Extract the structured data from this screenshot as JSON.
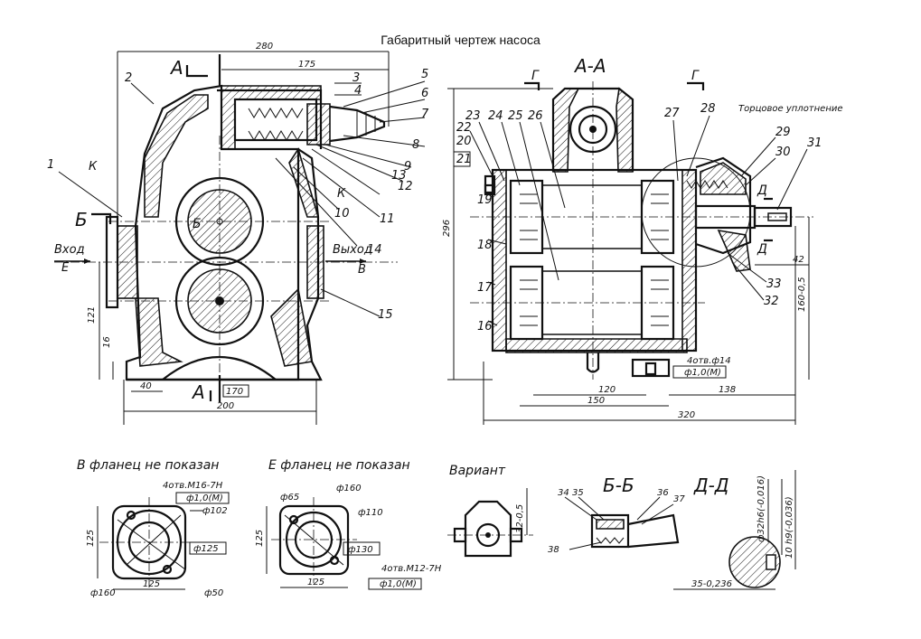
{
  "title": "Габаритный чертеж насоса",
  "dimensions": {
    "d280": "280",
    "d175": "175",
    "d200": "200",
    "d170": "170",
    "d40": "40",
    "d121": "121",
    "d16": "16",
    "d296": "296",
    "d120": "120",
    "d150": "150",
    "d138": "138",
    "d320": "320",
    "d42": "42",
    "d160_05": "160-0,5",
    "holes_14": "4отв.ф14",
    "tol_10": "ф1,0(M)",
    "b_holes": "4отв.M16-7H",
    "b_tol": "ф1,0(M)",
    "b_d102": "ф102",
    "b_125v": "125",
    "b_d125": "ф125",
    "b_125h": "125",
    "b_d160": "ф160",
    "b_d50": "ф50",
    "e_d65": "ф65",
    "e_d160": "ф160",
    "e_d110": "ф110",
    "e_125v": "125",
    "e_d130": "ф130",
    "e_holes": "4отв.M12-7H",
    "e_tol": "ф1,0(M)",
    "e_125h": "125",
    "v_dim": "32-0,5",
    "dd_d32": "ф32h6(-0,016)",
    "dd_10": "10 h9(-0,036)",
    "dd_35": "35-0,236"
  },
  "section_labels": {
    "A_top": "А",
    "A_bot": "А",
    "AA": "А-А",
    "G1": "Г",
    "G2": "Г",
    "K1": "К",
    "K2": "К",
    "B_sec": "Б",
    "D_sec1": "Д",
    "D_sec2": "Д",
    "B_view": "Б",
    "E_view": "Е"
  },
  "port_labels": {
    "inlet": "Вход",
    "inlet_letter": "Е",
    "outlet": "Выход",
    "outlet_letter": "В"
  },
  "captions": {
    "b_flange": "В фланец не показан",
    "e_flange": "Е фланец не показан",
    "variant": "Вариант",
    "bb": "Б-Б",
    "dd": "Д-Д",
    "end_seal": "Торцовое уплотнение"
  },
  "callouts": {
    "n1": "1",
    "n2": "2",
    "n3": "3",
    "n4": "4",
    "n5": "5",
    "n6": "6",
    "n7": "7",
    "n8": "8",
    "n9": "9",
    "n10": "10",
    "n11": "11",
    "n12": "12",
    "n13": "13",
    "n14": "14",
    "n15": "15",
    "n16": "16",
    "n17": "17",
    "n18": "18",
    "n19": "19",
    "n20": "20",
    "n21": "21",
    "n22": "22",
    "n23": "23",
    "n24": "24",
    "n25": "25",
    "n26": "26",
    "n27": "27",
    "n28": "28",
    "n29": "29",
    "n30": "30",
    "n31": "31",
    "n32": "32",
    "n33": "33",
    "n34": "34",
    "n35": "35",
    "n36": "36",
    "n37": "37",
    "n38": "38"
  }
}
